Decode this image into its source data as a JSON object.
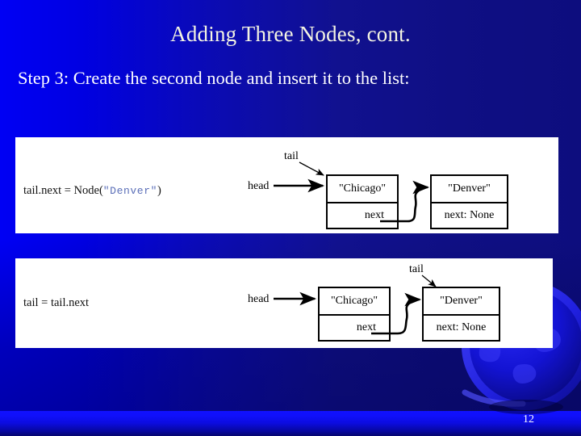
{
  "slide": {
    "title": "Adding Three Nodes, cont.",
    "body_text": "Step 3: Create the second node and insert it to the list:",
    "page_number": "12",
    "colors": {
      "background_left": "#0000f4",
      "background_right": "#0d0d7e",
      "band": "#1111ff",
      "title_text": "#f4f4e2",
      "body_text": "#ffffff",
      "panel": "#ffffff",
      "code_text": "#111111",
      "code_string": "#5b6fb8"
    }
  },
  "panels": [
    {
      "code_prefix": "tail.next = Node(",
      "code_string": "\"Denver\"",
      "code_suffix": ")",
      "pointers": [
        {
          "label": "tail"
        },
        {
          "label": "head"
        }
      ],
      "nodes": [
        {
          "value": "\"Chicago\"",
          "next_label": "next"
        },
        {
          "value": "\"Denver\"",
          "next_label": "next: None"
        }
      ]
    },
    {
      "code_prefix": "tail  = tail.next",
      "code_string": "",
      "code_suffix": "",
      "pointers": [
        {
          "label": "tail"
        },
        {
          "label": "head"
        }
      ],
      "nodes": [
        {
          "value": "\"Chicago\"",
          "next_label": "next"
        },
        {
          "value": "\"Denver\"",
          "next_label": "next: None"
        }
      ]
    }
  ]
}
